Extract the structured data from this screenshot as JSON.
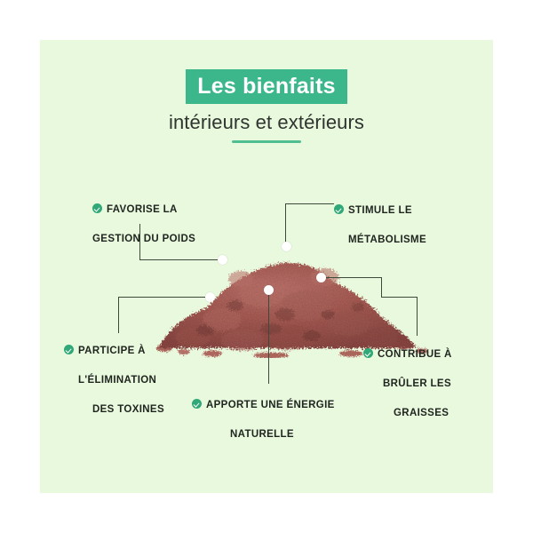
{
  "panel": {
    "background_color": "#e9f9dd",
    "page_background_color": "#ffffff"
  },
  "header": {
    "title": "Les bienfaits",
    "title_highlight_color": "#3cb78c",
    "title_text_color": "#ffffff",
    "subtitle": "intérieurs et extérieurs",
    "subtitle_color": "#2f3430",
    "underline_color": "#4fbf92"
  },
  "product": {
    "image_name": "red-powder-mound",
    "powder_color": "#b0625c",
    "alt": "mound of reddish-brown powder"
  },
  "icons": {
    "check_icon": "check-circle-icon",
    "check_color": "#30a877"
  },
  "callouts": [
    {
      "id": "favorise-la-gestion-du-poids",
      "line1": "FAVORISE LA",
      "line2": "GESTION DU POIDS",
      "line3": ""
    },
    {
      "id": "stimule-le-metabolisme",
      "line1": "STIMULE LE",
      "line2": "MÉTABOLISME",
      "line3": ""
    },
    {
      "id": "participe-a-l-elimination-des-toxines",
      "line1": "PARTICIPE À",
      "line2": "L'ÉLIMINATION",
      "line3": "DES TOXINES"
    },
    {
      "id": "contribue-a-bruler-les-graisses",
      "line1": "CONTRIBUE À",
      "line2": "BRÛLER LES",
      "line3": "GRAISSES"
    },
    {
      "id": "apporte-une-energie-naturelle",
      "line1": "APPORTE UNE ÉNERGIE",
      "line2": "NATURELLE",
      "line3": ""
    }
  ],
  "connectors": {
    "line_color": "#3c4a3c",
    "dot_color": "#ffffff",
    "count": 5
  }
}
